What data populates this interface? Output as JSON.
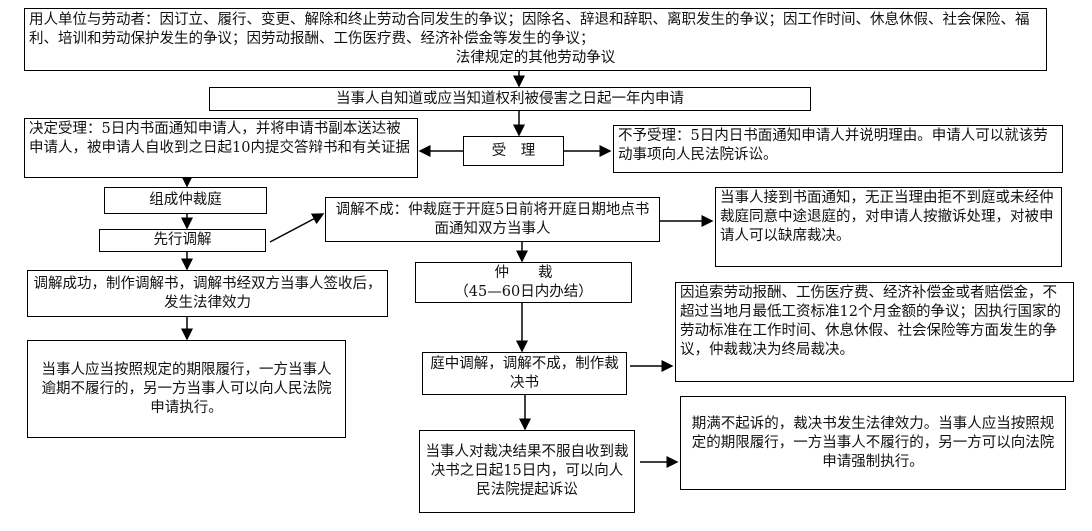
{
  "nodes": {
    "disputes": "用人单位与劳动者：因订立、履行、变更、解除和终止劳动合同发生的争议；因除名、辞退和辞职、离职发生的争议；因工作时间、休息休假、社会保险、福利、培训和劳动保护发生的争议；因劳动报酬、工伤医疗费、经济补偿金等发生的争议；",
    "disputes_last": "法律规定的其他劳动争议",
    "apply": "当事人自知道或应当知道权利被侵害之日起一年内申请",
    "accept_decision": "决定受理：5日内书面通知申请人，并将申请书副本送达被申请人，被申请人自收到之日起10内提交答辩书和有关证据",
    "accept": "受　理",
    "reject": "不予受理：5日内日书面通知申请人并说明理由。申请人可以就该劳动事项向人民法院诉讼。",
    "form_tribunal": "组成仲裁庭",
    "mediate_first": "先行调解",
    "mediation_failed": "调解不成：仲裁庭于开庭5日前将开庭日期地点书面通知双方当事人",
    "absence": "当事人接到书面通知，无正当理由拒不到庭或未经仲裁庭同意中途退庭的，对申请人按撤诉处理，对被申请人可以缺席裁决。",
    "mediation_success": "调解成功，制作调解书，调解书经双方当事人签收后，发生法律效力",
    "arbitration": "仲　　裁",
    "arbitration_period": "（45—60日内办结）",
    "final_award": "因追索劳动报酬、工伤医疗费、经济补偿金或者赔偿金，不超过当地月最低工资标准12个月金额的争议；因执行国家的劳动标准在工作时间、休息休假、社会保险等方面发生的争议，仲裁裁决为终局裁决。",
    "perform": "当事人应当按照规定的期限履行，一方当事人逾期不履行的，另一方当事人可以向人民法院申请执行。",
    "court_mediation": "庭中调解，调解不成，制作裁决书",
    "appeal": "当事人对裁决结果不服自收到裁决书之日起15日内，可以向人民法院提起诉讼",
    "effective": "期满不起诉的，裁决书发生法律效力。当事人应当按照规定的期限履行，一方当事人不履行的，另一方可以向法院申请强制执行。"
  }
}
